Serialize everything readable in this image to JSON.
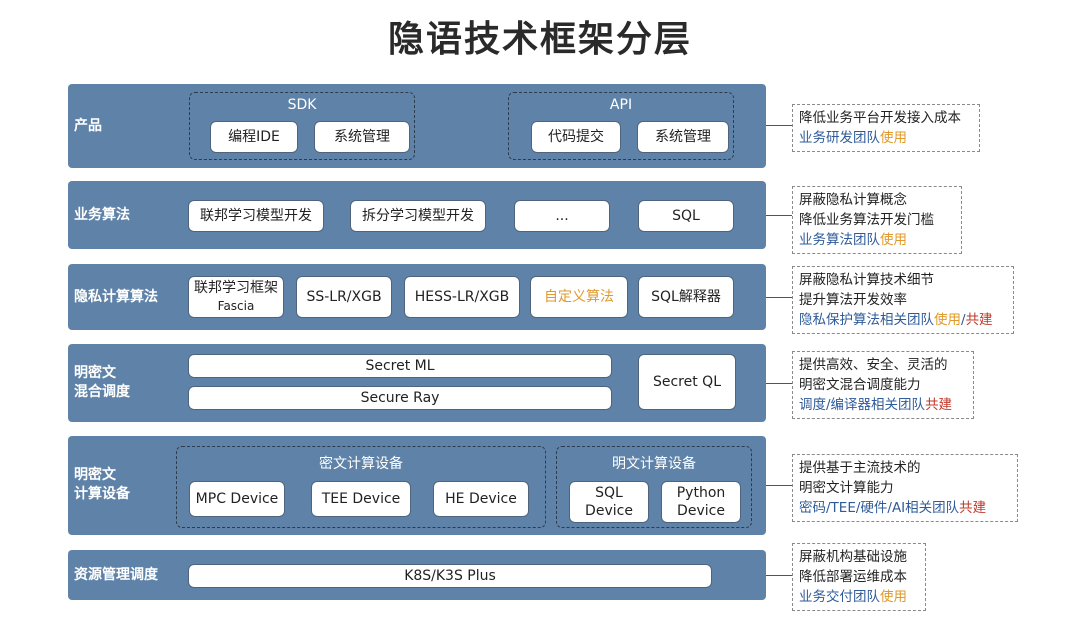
{
  "title": "隐语技术框架分层",
  "layers": {
    "product": {
      "label": "产品",
      "sdk": {
        "title": "SDK",
        "items": [
          "编程IDE",
          "系统管理"
        ]
      },
      "api": {
        "title": "API",
        "items": [
          "代码提交",
          "系统管理"
        ]
      },
      "note": {
        "line1": "降低业务平台开发接入成本",
        "team": "业务研发团队",
        "use": "使用"
      }
    },
    "business": {
      "label": "业务算法",
      "items": [
        "联邦学习模型开发",
        "拆分学习模型开发",
        "...",
        "SQL"
      ],
      "note": {
        "line1": "屏蔽隐私计算概念",
        "line2": "降低业务算法开发门槛",
        "team": "业务算法团队",
        "use": "使用"
      }
    },
    "privacy": {
      "label": "隐私计算算法",
      "fascia_line1": "联邦学习框架",
      "fascia_line2": "Fascia",
      "items": [
        "SS-LR/XGB",
        "HESS-LR/XGB",
        "自定义算法",
        "SQL解释器"
      ],
      "note": {
        "line1": "屏蔽隐私计算技术细节",
        "line2": "提升算法开发效率",
        "team": "隐私保护算法相关团队",
        "use": "使用",
        "sep": "/",
        "co": "共建"
      }
    },
    "mixed": {
      "label_line1": "明密文",
      "label_line2": "混合调度",
      "secret_ml": "Secret ML",
      "secure_ray": "Secure Ray",
      "secret_ql": "Secret QL",
      "note": {
        "line1": "提供高效、安全、灵活的",
        "line2": "明密文混合调度能力",
        "team": "调度/编译器相关团队",
        "co": "共建"
      }
    },
    "device": {
      "label_line1": "明密文",
      "label_line2": "计算设备",
      "cipher": {
        "title": "密文计算设备",
        "items": [
          "MPC Device",
          "TEE Device",
          "HE Device"
        ]
      },
      "plain": {
        "title": "明文计算设备",
        "sql_l1": "SQL",
        "sql_l2": "Device",
        "py_l1": "Python",
        "py_l2": "Device"
      },
      "note": {
        "line1": "提供基于主流技术的",
        "line2": "明密文计算能力",
        "team": "密码/TEE/硬件/AI相关团队",
        "co": "共建"
      }
    },
    "resource": {
      "label": "资源管理调度",
      "k8s": "K8S/K3S Plus",
      "note": {
        "line1": "屏蔽机构基础设施",
        "line2": "降低部署运维成本",
        "team": "业务交付团队",
        "use": "使用"
      }
    }
  }
}
